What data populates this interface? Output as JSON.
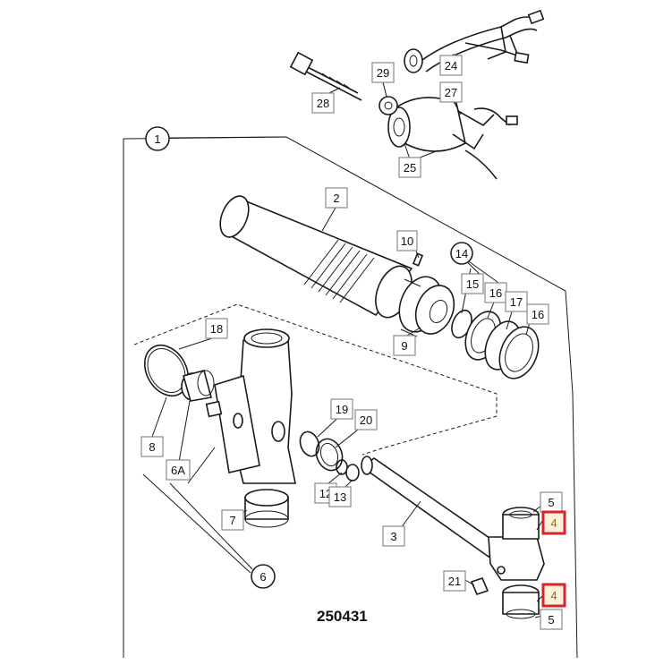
{
  "figure_number": "250431",
  "callouts": [
    {
      "id": "c24",
      "label": "24"
    },
    {
      "id": "c29",
      "label": "29"
    },
    {
      "id": "c27",
      "label": "27"
    },
    {
      "id": "c28",
      "label": "28"
    },
    {
      "id": "c25",
      "label": "25"
    },
    {
      "id": "c2",
      "label": "2"
    },
    {
      "id": "c10",
      "label": "10"
    },
    {
      "id": "c15",
      "label": "15"
    },
    {
      "id": "c16a",
      "label": "16"
    },
    {
      "id": "c17",
      "label": "17"
    },
    {
      "id": "c16b",
      "label": "16"
    },
    {
      "id": "c9",
      "label": "9"
    },
    {
      "id": "c18",
      "label": "18"
    },
    {
      "id": "c19",
      "label": "19"
    },
    {
      "id": "c20",
      "label": "20"
    },
    {
      "id": "c8",
      "label": "8"
    },
    {
      "id": "c6A",
      "label": "6A"
    },
    {
      "id": "c12",
      "label": "12"
    },
    {
      "id": "c13",
      "label": "13"
    },
    {
      "id": "c7",
      "label": "7"
    },
    {
      "id": "c3",
      "label": "3"
    },
    {
      "id": "c5a",
      "label": "5"
    },
    {
      "id": "c4a",
      "label": "4",
      "highlight": true
    },
    {
      "id": "c21",
      "label": "21"
    },
    {
      "id": "c4b",
      "label": "4",
      "highlight": true
    },
    {
      "id": "c5b",
      "label": "5"
    }
  ],
  "circled": [
    {
      "id": "k1",
      "label": "1"
    },
    {
      "id": "k14",
      "label": "14"
    },
    {
      "id": "k6",
      "label": "6"
    }
  ],
  "highlight_color": "#d9222a"
}
